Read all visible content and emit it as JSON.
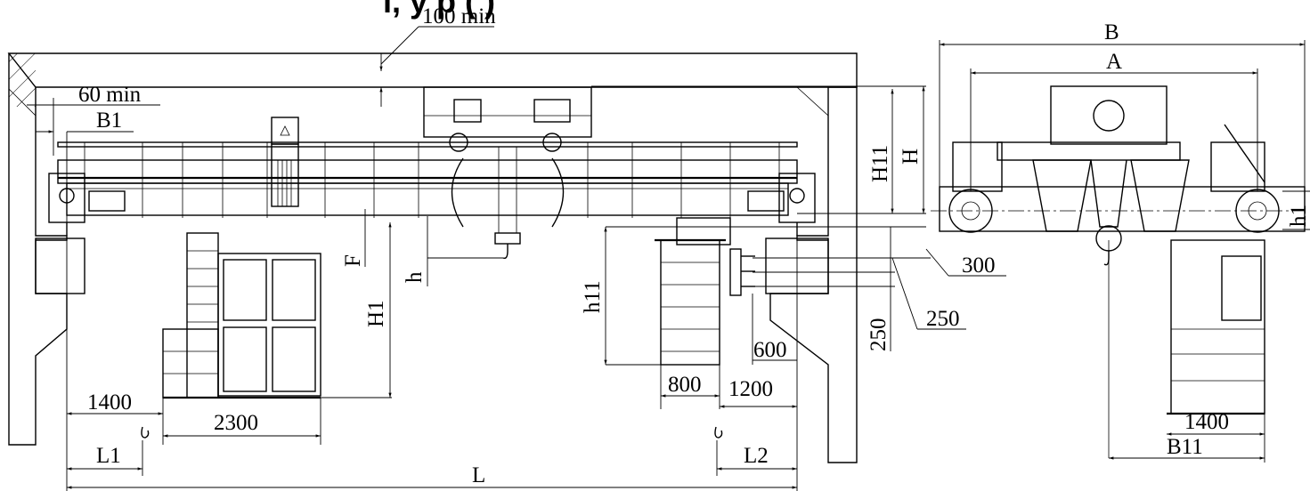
{
  "drawing": {
    "title": "ı, у р ( )",
    "labels": {
      "min100": "100 min",
      "min60": "60 min",
      "B1": "B1",
      "H11": "H11",
      "H": "H",
      "F": "F",
      "h": "h",
      "H1": "H1",
      "h11": "h11",
      "d300": "300",
      "d250_leader": "250",
      "d250_vertical": "250",
      "d600": "600",
      "d800": "800",
      "d1200": "1200",
      "d1400_left": "1400",
      "d2300": "2300",
      "L1": "L1",
      "L": "L",
      "L2": "L2",
      "B": "B",
      "A": "A",
      "h1": "h1",
      "d1400_right": "1400",
      "B11": "B11"
    }
  }
}
